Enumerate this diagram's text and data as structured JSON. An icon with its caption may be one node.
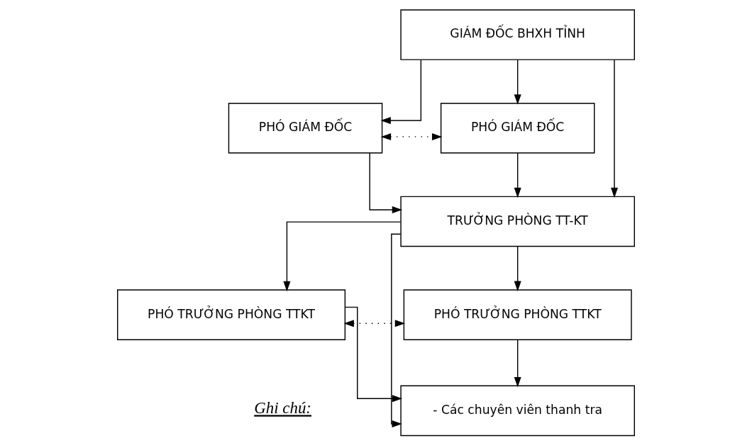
{
  "diagram": {
    "nodes": [
      {
        "text": [
          "GIÁM ĐỐC BHXH TỈNH"
        ]
      },
      {
        "text": [
          "PHÓ GIÁM ĐỐC"
        ]
      },
      {
        "text": [
          "PHÓ GIÁM ĐỐC"
        ]
      },
      {
        "text": [
          "TRƯỞNG PHÒNG TT-KT"
        ]
      },
      {
        "text": [
          "PHÓ TRƯỞNG PHÒNG TTKT"
        ]
      },
      {
        "text": [
          "PHÓ TRƯỞNG PHÒNG TTKT"
        ]
      },
      {
        "text": [
          "- Các chuyên viên thanh tra"
        ]
      }
    ],
    "edges": [
      {
        "from": 0,
        "to": 1,
        "arrow": "to"
      },
      {
        "from": 0,
        "to": 2,
        "arrow": "to"
      },
      {
        "from": 0,
        "to": 3,
        "arrow": "to"
      },
      {
        "from": 1,
        "to": 2,
        "arrow": "both",
        "style": "dashed"
      },
      {
        "from": 1,
        "to": 3,
        "arrow": "to"
      },
      {
        "from": 2,
        "to": 3,
        "arrow": "to"
      },
      {
        "from": 3,
        "to": 4,
        "arrow": "to"
      },
      {
        "from": 3,
        "to": 5,
        "arrow": "to"
      },
      {
        "from": 3,
        "to": 6,
        "arrow": "to"
      },
      {
        "from": 4,
        "to": 5,
        "arrow": "both",
        "style": "dashed"
      },
      {
        "from": 4,
        "to": 6,
        "arrow": "to"
      },
      {
        "from": 5,
        "to": 6,
        "arrow": "to"
      }
    ],
    "labels": [
      "Ghi chú:"
    ]
  }
}
